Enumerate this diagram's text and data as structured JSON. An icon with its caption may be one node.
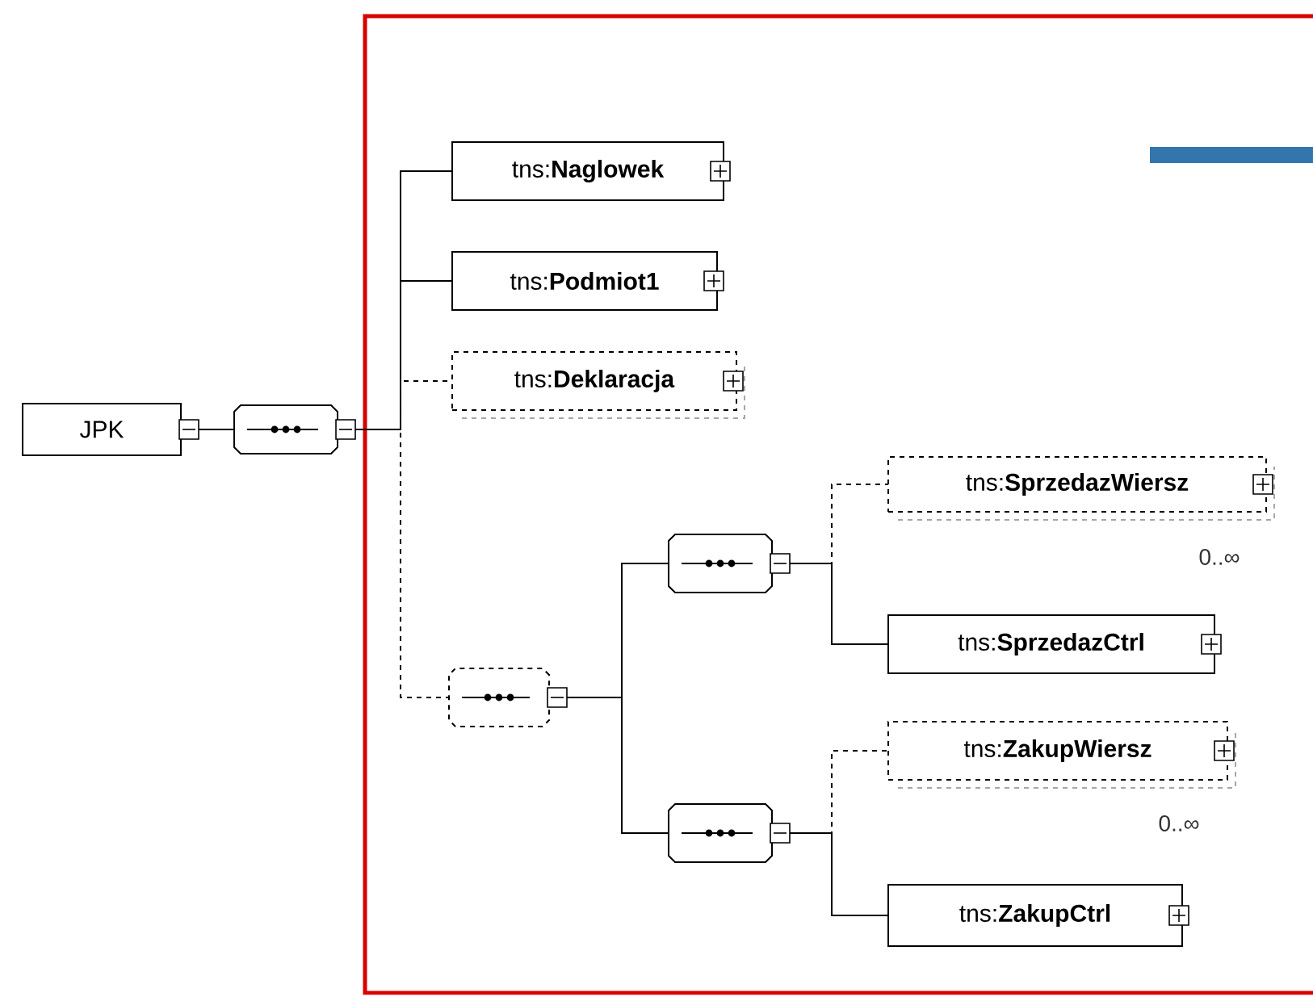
{
  "diagram": {
    "nodes": [
      {
        "text": [
          "JPK"
        ]
      },
      {
        "text": [],
        "shape": "octagon"
      },
      {
        "text": [
          "tns:**Naglowek**"
        ]
      },
      {
        "text": [
          "tns:**Podmiot1**"
        ]
      },
      {
        "text": [
          "tns:**Deklaracja**"
        ]
      },
      {
        "text": [],
        "shape": "octagon"
      },
      {
        "text": [],
        "shape": "octagon"
      },
      {
        "text": [
          "tns:**SprzedazWiersz**"
        ],
        "beside": [
          "0..∞"
        ]
      },
      {
        "text": [
          "tns:**SprzedazCtrl**"
        ]
      },
      {
        "text": [],
        "shape": "octagon"
      },
      {
        "text": [
          "tns:**ZakupWiersz**"
        ],
        "beside": [
          "0..∞"
        ]
      },
      {
        "text": [
          "tns:**ZakupCtrl**"
        ]
      }
    ],
    "edges": [
      {
        "from": 0,
        "to": 1,
        "arrow": "none"
      },
      {
        "from": 1,
        "to": 2,
        "arrow": "none"
      },
      {
        "from": 1,
        "to": 3,
        "arrow": "none"
      },
      {
        "from": 1,
        "to": 4,
        "arrow": "none",
        "style": "dashed"
      },
      {
        "from": 1,
        "to": 5,
        "arrow": "none",
        "style": "dashed"
      },
      {
        "from": 5,
        "to": 6,
        "arrow": "none"
      },
      {
        "from": 5,
        "to": 9,
        "arrow": "none"
      },
      {
        "from": 6,
        "to": 7,
        "arrow": "none",
        "style": "dashed"
      },
      {
        "from": 6,
        "to": 8,
        "arrow": "none"
      },
      {
        "from": 9,
        "to": 10,
        "arrow": "none",
        "style": "dashed"
      },
      {
        "from": 9,
        "to": 11,
        "arrow": "none"
      }
    ]
  }
}
